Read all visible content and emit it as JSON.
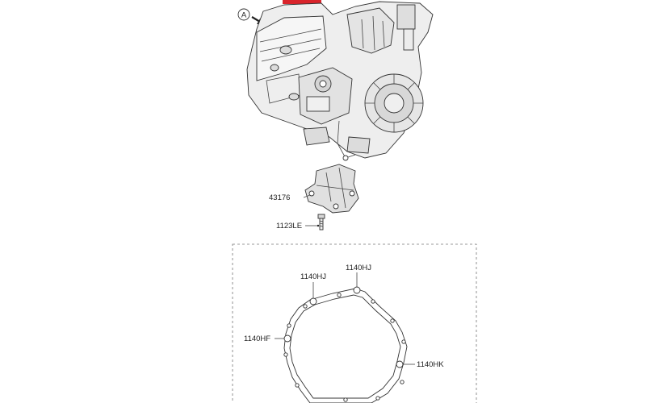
{
  "view_marker": "A",
  "parts": {
    "bracket": "43176",
    "bolt": "1123LE"
  },
  "gasket_callouts": {
    "top_left": "1140HJ",
    "top_right": "1140HJ",
    "left": "1140HF",
    "right": "1140HK"
  },
  "colors": {
    "line": "#333333",
    "part_fill": "#e8e8e8",
    "highlight": "#d9242b"
  }
}
